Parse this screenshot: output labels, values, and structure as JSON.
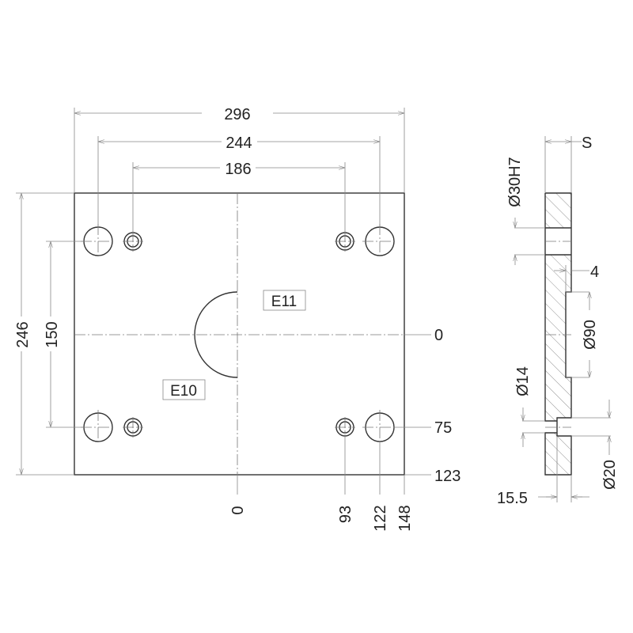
{
  "front_view": {
    "dimensions": {
      "overall_width": "296",
      "large_hole_spacing": "244",
      "small_hole_spacing": "186",
      "overall_height": "246",
      "hole_vertical_spacing": "150"
    },
    "ordinates_y": [
      "0",
      "75",
      "123"
    ],
    "ordinates_x": [
      "0",
      "93",
      "122",
      "148"
    ],
    "labels": {
      "upper": "E11",
      "lower": "E10"
    }
  },
  "side_view": {
    "section_label": "S",
    "bore": "Ø30H7",
    "recess_depth": "4",
    "recess_diameter": "Ø90",
    "through_hole": "Ø14",
    "counterbore": "Ø20",
    "counterbore_offset": "15.5"
  },
  "colors": {
    "line": "#333333",
    "dimension": "#888888"
  }
}
